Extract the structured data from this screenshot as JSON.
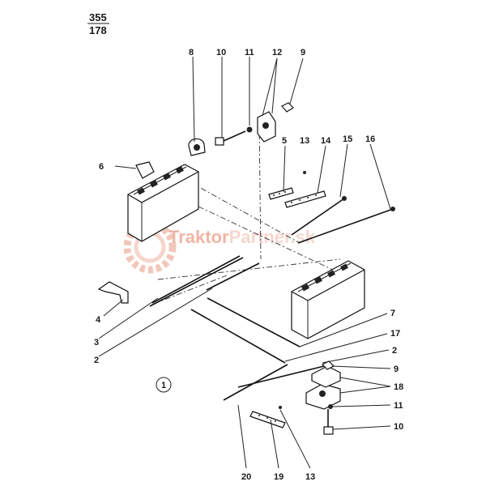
{
  "page_ref": {
    "top": "355",
    "bottom": "178"
  },
  "figure_number": "1",
  "watermark": {
    "text_a": "Traktor",
    "text_b": "Partner",
    "text_c": ".sk",
    "color_a": "#e57a5a",
    "color_b": "#f0b8a8"
  },
  "labels": [
    "8",
    "10",
    "11",
    "12",
    "9",
    "5",
    "13",
    "14",
    "15",
    "16",
    "6",
    "4",
    "3",
    "2",
    "7",
    "17",
    "2",
    "9",
    "18",
    "11",
    "10",
    "20",
    "19",
    "13"
  ]
}
